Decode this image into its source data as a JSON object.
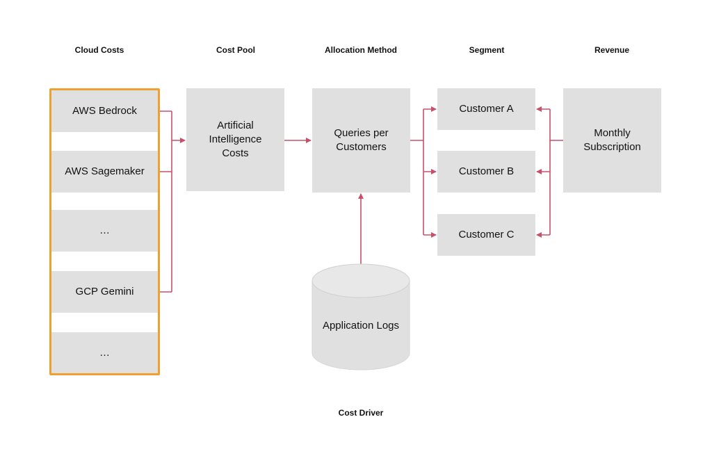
{
  "headers": {
    "cloud_costs": "Cloud Costs",
    "cost_pool": "Cost Pool",
    "allocation_method": "Allocation Method",
    "segment": "Segment",
    "revenue": "Revenue",
    "cost_driver": "Cost Driver"
  },
  "cloud_items": [
    "AWS Bedrock",
    "AWS Sagemaker",
    "…",
    "GCP Gemini",
    "…"
  ],
  "cost_pool": "Artificial\nIntelligence\nCosts",
  "allocation": "Queries per\nCustomers",
  "segments": [
    "Customer A",
    "Customer B",
    "Customer C"
  ],
  "revenue": "Monthly\nSubscription",
  "cost_driver_source": "Application Logs",
  "colors": {
    "arrow": "#c8506a",
    "box": "#e0e0e0",
    "group_border": "#f0a030"
  }
}
